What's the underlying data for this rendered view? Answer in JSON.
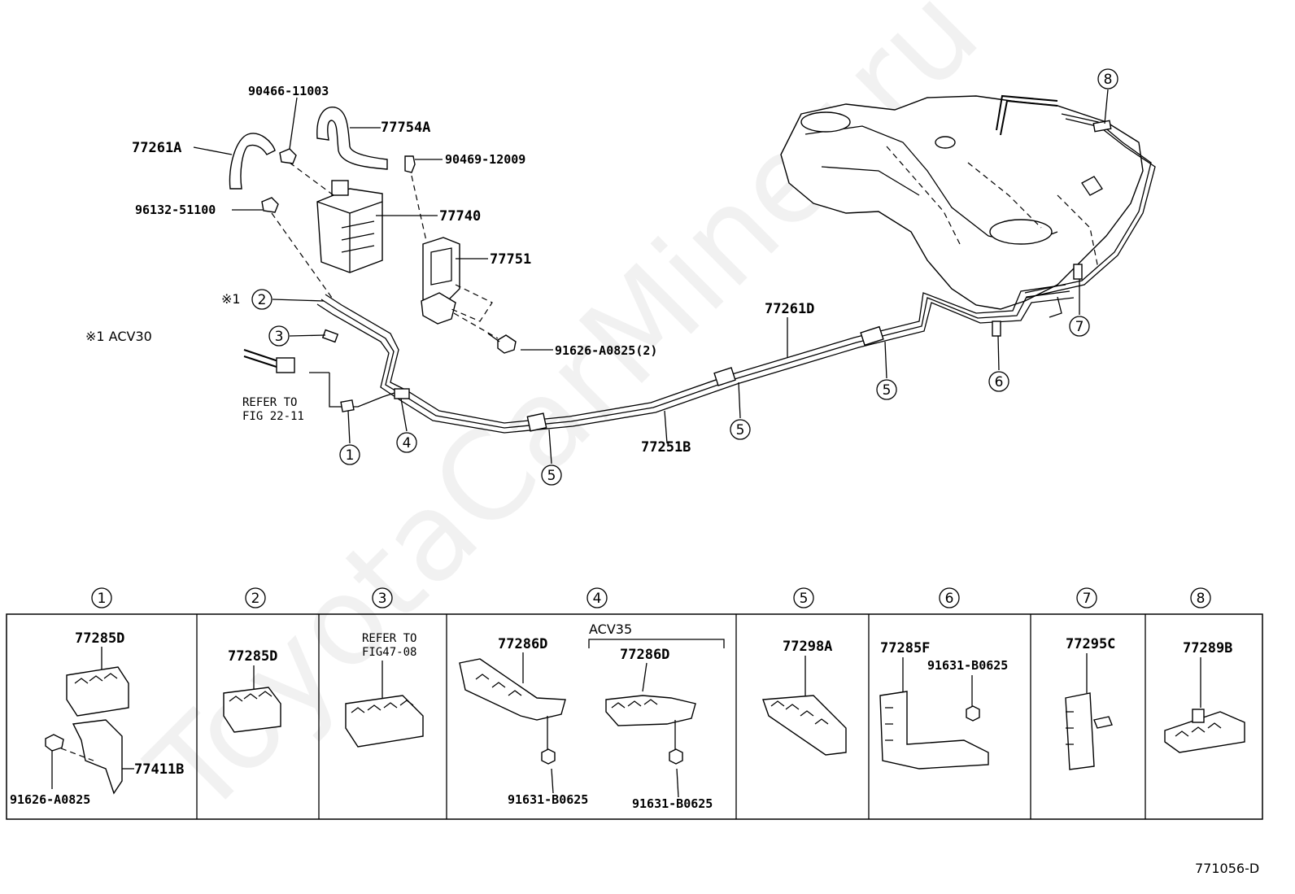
{
  "watermark": "ToyotaCarMiner.ru",
  "figure_code": "771056-D",
  "note": {
    "mark": "※1",
    "text": "※1 ACV30"
  },
  "refer_top": {
    "line1": "REFER TO",
    "line2": "FIG 22-11"
  },
  "labels": {
    "p90466": "90466-11003",
    "p77754A": "77754A",
    "p77261A": "77261A",
    "p90469": "90469-12009",
    "p96132": "96132-51100",
    "p77740": "77740",
    "p77751": "77751",
    "p91626_2": "91626-A0825(2)",
    "p77261D": "77261D",
    "p77251B": "77251B"
  },
  "callouts": {
    "c1": "1",
    "c2": "2",
    "c3": "3",
    "c4": "4",
    "c5": "5",
    "c6": "6",
    "c7": "7",
    "c8": "8"
  },
  "table": {
    "headers": [
      "1",
      "2",
      "3",
      "4",
      "5",
      "6",
      "7",
      "8"
    ],
    "cells": {
      "c1_top": "77285D",
      "c1_bracket": "77411B",
      "c1_bolt": "91626-A0825",
      "c2_top": "77285D",
      "c3_refer1": "REFER TO",
      "c3_refer2": "FIG47-08",
      "c4_left": "77286D",
      "c4_variant": "ACV35",
      "c4_right": "77286D",
      "c4_bolt_left": "91631-B0625",
      "c4_bolt_right": "91631-B0625",
      "c5_top": "77298A",
      "c6_top": "77285F",
      "c6_bolt": "91631-B0625",
      "c7_top": "77295C",
      "c8_top": "77289B"
    }
  }
}
